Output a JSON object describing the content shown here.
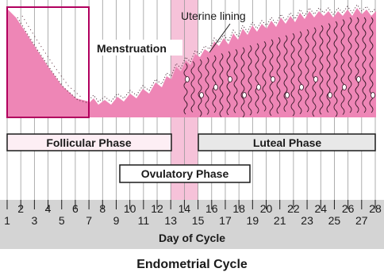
{
  "labels": {
    "uterine_lining": "Uterine lining",
    "menstruation": "Menstruation",
    "follicular_phase": "Follicular Phase",
    "ovulatory_phase": "Ovulatory Phase",
    "luteal_phase": "Luteal Phase",
    "axis_title": "Day of Cycle",
    "caption": "Endometrial Cycle"
  },
  "days_top_row": [
    "2",
    "4",
    "6",
    "8",
    "10",
    "12",
    "14",
    "16",
    "18",
    "20",
    "22",
    "24",
    "26",
    "28"
  ],
  "days_bottom_row": [
    "1",
    "3",
    "5",
    "7",
    "9",
    "11",
    "13",
    "15",
    "17",
    "19",
    "21",
    "23",
    "25",
    "27"
  ],
  "colors": {
    "lining": "#ee86b6",
    "lining_dark": "#e0569a",
    "ovulation_band": "#f6c2d9",
    "axis_band": "#d4d4d4",
    "follicular_box": "#fdeef4",
    "luteal_box": "#e8e8e8",
    "outline": "#b1005e"
  }
}
